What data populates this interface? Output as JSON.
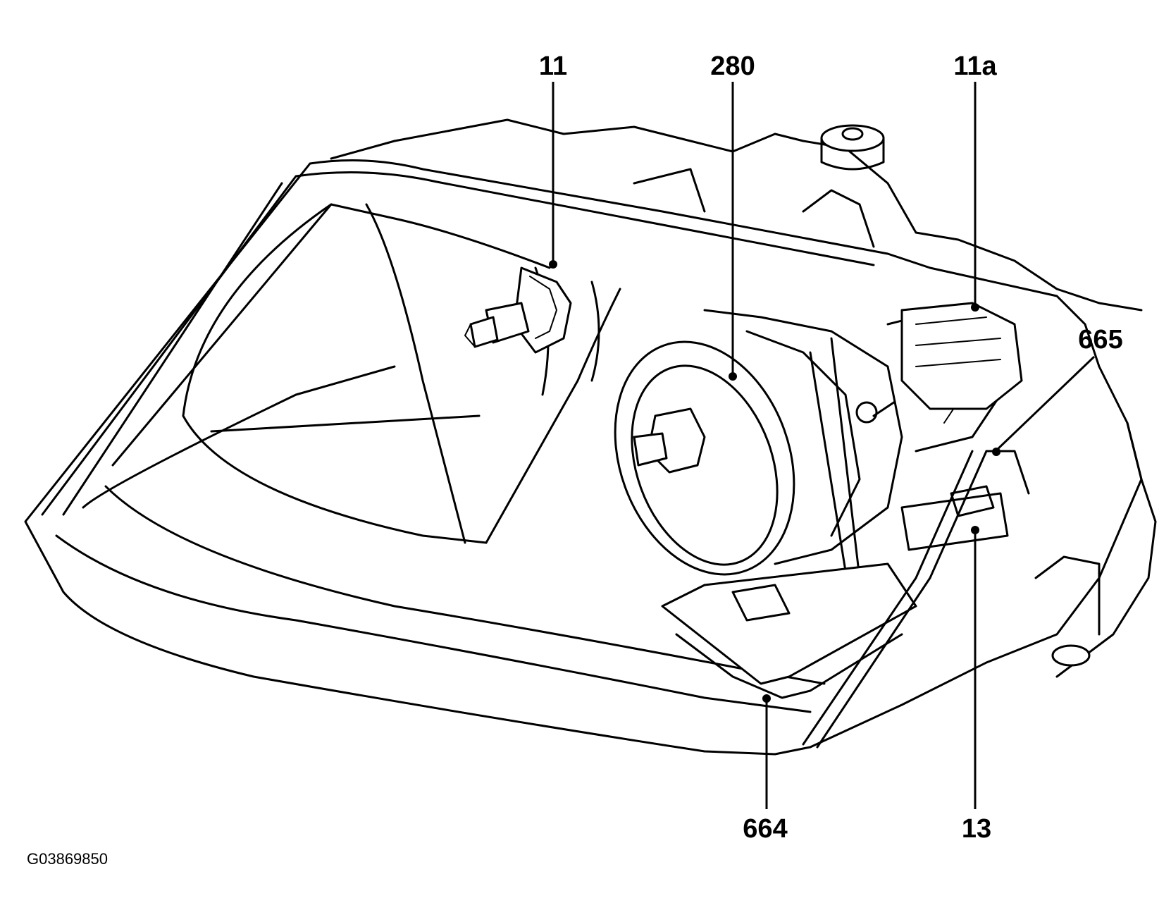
{
  "diagram": {
    "callouts": [
      {
        "id": "c11",
        "label": "11"
      },
      {
        "id": "c280",
        "label": "280"
      },
      {
        "id": "c11a",
        "label": "11a"
      },
      {
        "id": "c665",
        "label": "665"
      },
      {
        "id": "c664",
        "label": "664"
      },
      {
        "id": "c13",
        "label": "13"
      }
    ],
    "figure_id": "G03869850"
  },
  "colors": {
    "line": "#000000",
    "background": "#ffffff"
  }
}
